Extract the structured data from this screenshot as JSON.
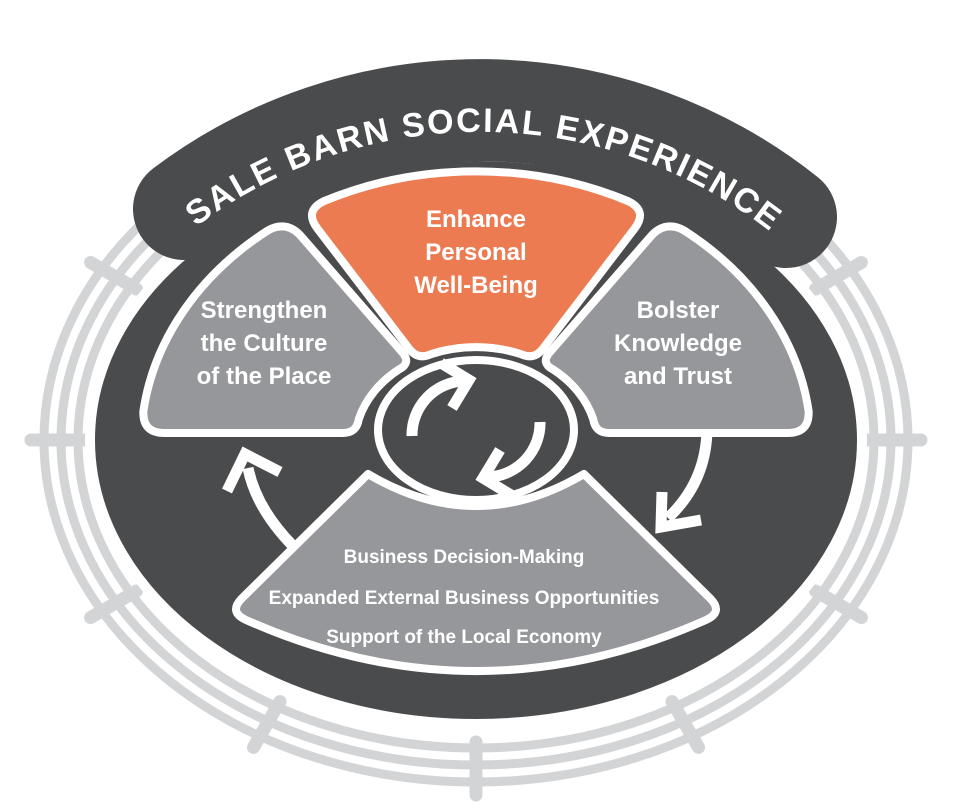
{
  "diagram": {
    "title": "SALE BARN SOCIAL EXPERIENCE",
    "wedges": {
      "left": {
        "lines": [
          "Strengthen",
          "the Culture",
          "of the Place"
        ],
        "color": "#95979A"
      },
      "top": {
        "lines": [
          "Enhance",
          "Personal",
          "Well-Being"
        ],
        "color": "#EC7B52"
      },
      "right": {
        "lines": [
          "Bolster",
          "Knowledge",
          "and Trust"
        ],
        "color": "#95979A"
      },
      "bottom": {
        "lines": [
          "Business Decision-Making",
          "Expanded External Business Opportunities",
          "Support of the Local Economy"
        ],
        "color": "#95979A"
      }
    },
    "colors": {
      "banner": "#4A4B4D",
      "disk": "#4A4B4D",
      "hub": "#4A4B4D",
      "wheel": "#D3D4D6",
      "text": "#FFFFFF",
      "accent_orange": "#EC7B52",
      "wedge_gray": "#95979A"
    },
    "icons": [
      "cycle-arrows-icon",
      "curved-arrow-to-left-wedge-icon",
      "curved-arrow-to-bottom-wedge-icon"
    ]
  }
}
